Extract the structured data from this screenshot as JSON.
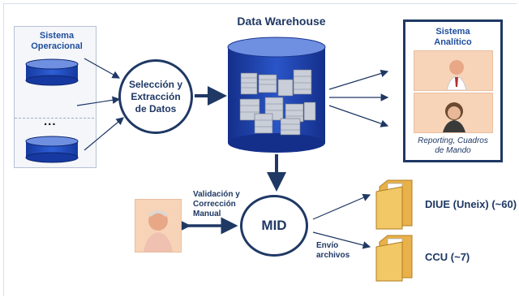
{
  "title": "Data Warehouse",
  "operational": {
    "title": "Sistema\nOperacional",
    "ellipsis": "..."
  },
  "extraction": {
    "label": "Selección y\nExtracción\nde Datos"
  },
  "analytic": {
    "title": "Sistema\nAnalítico",
    "footer": "Reporting, Cuadros\nde Mando"
  },
  "mid": {
    "label": "MID"
  },
  "validation": {
    "label": "Validación y\nCorrección\nManual"
  },
  "envio": {
    "label": "Envío\narchivos"
  },
  "outputs": [
    {
      "label": "DIUE (Uneix) (~60)"
    },
    {
      "label": "CCU (~7)"
    }
  ],
  "colors": {
    "navy": "#1f3864",
    "cylinder": "#1d3fa8",
    "cylinderTop": "#6f8fe0",
    "photo": "#f7d4b8"
  }
}
